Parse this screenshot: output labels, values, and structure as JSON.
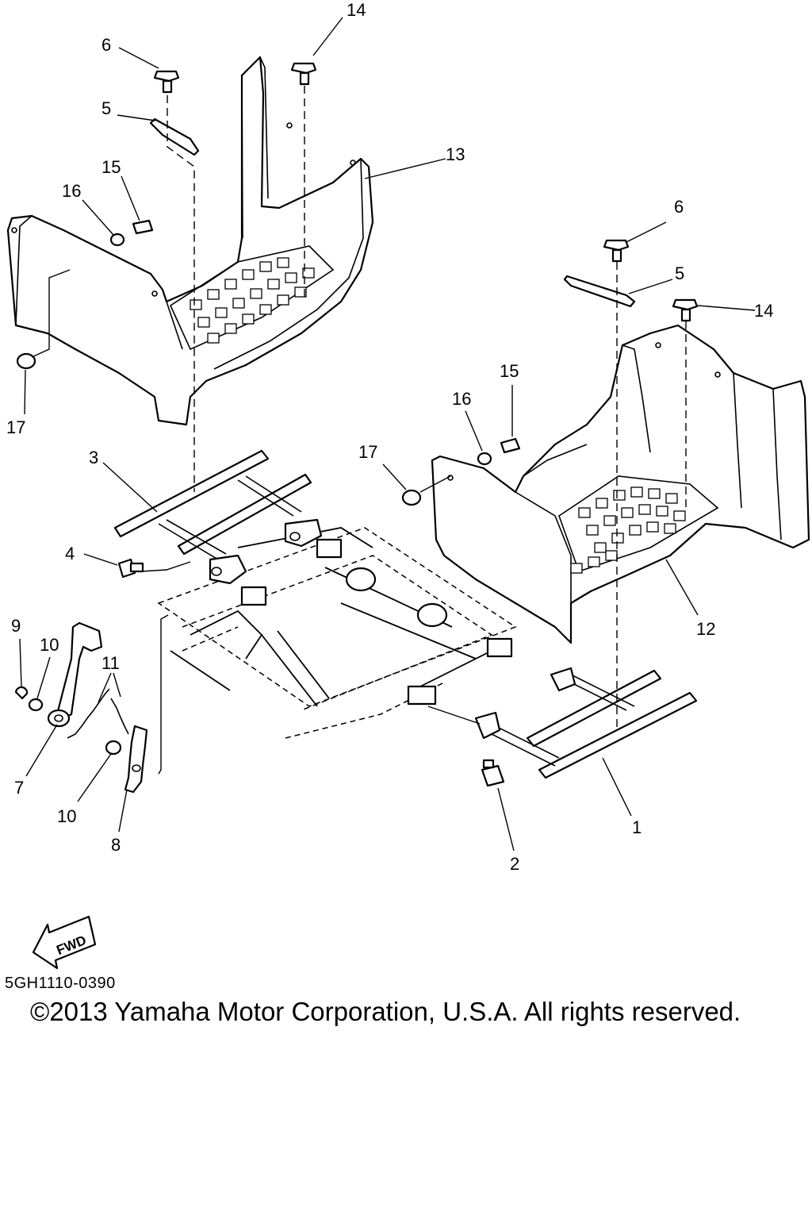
{
  "callouts": {
    "c1": "1",
    "c2": "2",
    "c3": "3",
    "c4": "4",
    "c5a": "5",
    "c5b": "5",
    "c6a": "6",
    "c6b": "6",
    "c7": "7",
    "c8": "8",
    "c9": "9",
    "c10a": "10",
    "c10b": "10",
    "c11": "11",
    "c12": "12",
    "c13": "13",
    "c14a": "14",
    "c14b": "14",
    "c15a": "15",
    "c15b": "15",
    "c16a": "16",
    "c16b": "16",
    "c17a": "17",
    "c17b": "17"
  },
  "fwd_label": "FWD",
  "diagram_code": "5GH1110-0390",
  "copyright": "©2013 Yamaha Motor Corporation, U.S.A. All rights reserved."
}
